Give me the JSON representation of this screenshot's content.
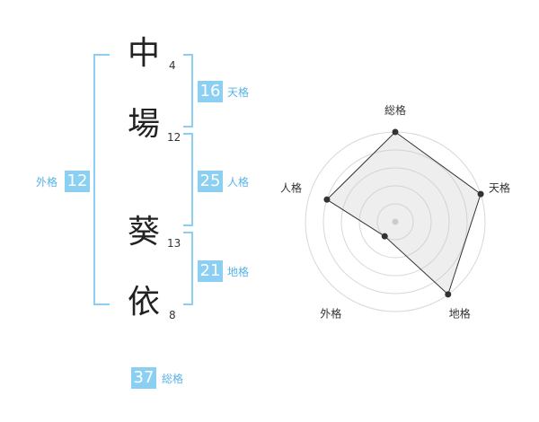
{
  "name": {
    "chars": [
      {
        "char": "中",
        "strokes": "4"
      },
      {
        "char": "場",
        "strokes": "12"
      },
      {
        "char": "葵",
        "strokes": "13"
      },
      {
        "char": "依",
        "strokes": "8"
      }
    ]
  },
  "fortunes": {
    "tenkaku": {
      "value": "16",
      "label": "天格"
    },
    "jinkaku": {
      "value": "25",
      "label": "人格"
    },
    "chikaku": {
      "value": "21",
      "label": "地格"
    },
    "gaikaku": {
      "value": "12",
      "label": "外格"
    },
    "soukaku": {
      "value": "37",
      "label": "総格"
    }
  },
  "colors": {
    "accent": "#8bd0f2",
    "label": "#58b3e6"
  },
  "chart_data": {
    "type": "radar",
    "axes": [
      "総格",
      "天格",
      "地格",
      "外格",
      "人格"
    ],
    "values": [
      5,
      5,
      5,
      1,
      4
    ],
    "max": 5,
    "rings": 5
  }
}
